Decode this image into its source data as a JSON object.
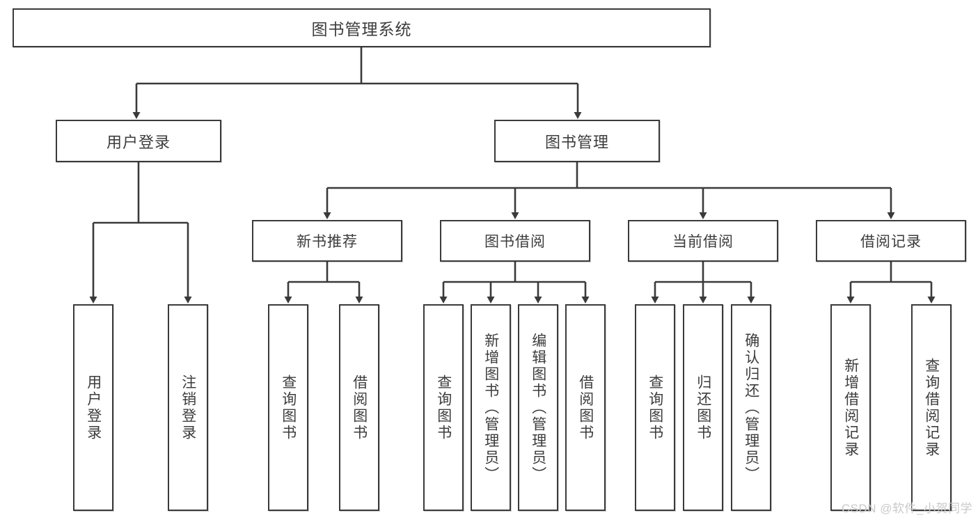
{
  "diagram": {
    "title": "图书管理系统",
    "watermark": "CSDN @软件_小贺同学",
    "line_color": "#3a3a3a",
    "text_color": "#3c3c3c",
    "background": "#ffffff",
    "root": {
      "label": "图书管理系统"
    },
    "level1": [
      {
        "label": "用户登录"
      },
      {
        "label": "图书管理"
      }
    ],
    "level2": [
      {
        "label": "新书推荐"
      },
      {
        "label": "图书借阅"
      },
      {
        "label": "当前借阅"
      },
      {
        "label": "借阅记录"
      }
    ],
    "leaves": [
      {
        "label": "用户登录",
        "parent": "用户登录"
      },
      {
        "label": "注销登录",
        "parent": "用户登录"
      },
      {
        "label": "查询图书",
        "parent": "新书推荐"
      },
      {
        "label": "借阅图书",
        "parent": "新书推荐"
      },
      {
        "label": "查询图书",
        "parent": "图书借阅"
      },
      {
        "label": "新增图书（管理员）",
        "parent": "图书借阅"
      },
      {
        "label": "编辑图书（管理员）",
        "parent": "图书借阅"
      },
      {
        "label": "借阅图书",
        "parent": "图书借阅"
      },
      {
        "label": "查询图书",
        "parent": "当前借阅"
      },
      {
        "label": "归还图书",
        "parent": "当前借阅"
      },
      {
        "label": "确认归还（管理员）",
        "parent": "当前借阅"
      },
      {
        "label": "新增借阅记录",
        "parent": "借阅记录"
      },
      {
        "label": "查询借阅记录",
        "parent": "借阅记录"
      }
    ]
  }
}
